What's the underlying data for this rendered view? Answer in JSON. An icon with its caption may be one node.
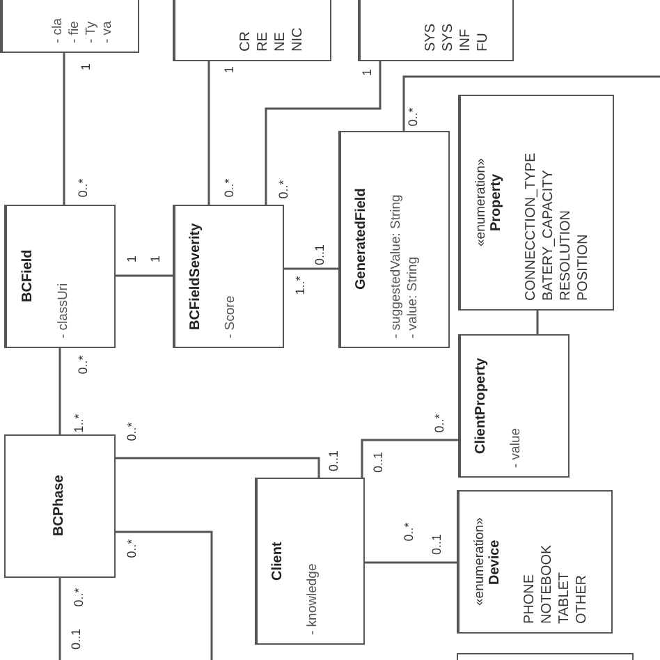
{
  "diagram": {
    "nodes": [
      {
        "text": [
          "- cla",
          "- fie",
          "- Ty",
          "- va"
        ]
      },
      {
        "text": [
          "CR",
          "RE",
          "NE",
          "NIC"
        ]
      },
      {
        "text": [
          "SYS",
          "SYS",
          "INF",
          "FU"
        ]
      },
      {
        "text": [
          "BCField",
          "- classUri"
        ]
      },
      {
        "text": [
          "BCFieldSeverity",
          "- Score"
        ]
      },
      {
        "text": [
          "GeneratedField",
          "- suggestedValue: String",
          "- value: String"
        ]
      },
      {
        "text": [
          "«enumeration»",
          "Property",
          "CONNECCTION_TYPE",
          "BATERY_CAPACITY",
          "RESOLUTION",
          "POSITION"
        ]
      },
      {
        "text": [
          "ClientProperty",
          "- value"
        ]
      },
      {
        "text": [
          "BCPhase"
        ]
      },
      {
        "text": [
          "Client",
          "- knowledge"
        ]
      },
      {
        "text": [
          "«enumeration»",
          "Device",
          "PHONE",
          "NOTEBOOK",
          "TABLET",
          "OTHER"
        ]
      },
      {
        "text": [],
        "shape": "box"
      }
    ],
    "edges": [
      {
        "from": 3,
        "to": 0,
        "arrow": "none"
      },
      {
        "from": 4,
        "to": 1,
        "arrow": "none"
      },
      {
        "from": 3,
        "to": 4,
        "arrow": "none"
      },
      {
        "from": 4,
        "to": 2,
        "arrow": "none"
      },
      {
        "from": 4,
        "to": 5,
        "arrow": "none"
      },
      {
        "from": 5,
        "to": null,
        "arrow": "none"
      },
      {
        "from": 6,
        "to": 7,
        "arrow": "none"
      },
      {
        "from": 3,
        "to": 8,
        "arrow": "none"
      },
      {
        "from": 8,
        "to": 9,
        "arrow": "none"
      },
      {
        "from": 9,
        "to": 7,
        "arrow": "none"
      },
      {
        "from": 9,
        "to": 10,
        "arrow": "none"
      },
      {
        "from": 8,
        "to": null,
        "arrow": "none"
      },
      {
        "from": 8,
        "to": null,
        "arrow": "none"
      }
    ],
    "labels": [
      "1",
      "1",
      "1",
      "0..*",
      "0..*",
      "0..*",
      "0..*",
      "0..1",
      "1",
      "1",
      "1..*",
      "0..*",
      "1..*",
      "0..*",
      "0..*",
      "0..1",
      "0..1",
      "0..*",
      "0..*",
      "0..1",
      "0..*",
      "0..1"
    ]
  }
}
